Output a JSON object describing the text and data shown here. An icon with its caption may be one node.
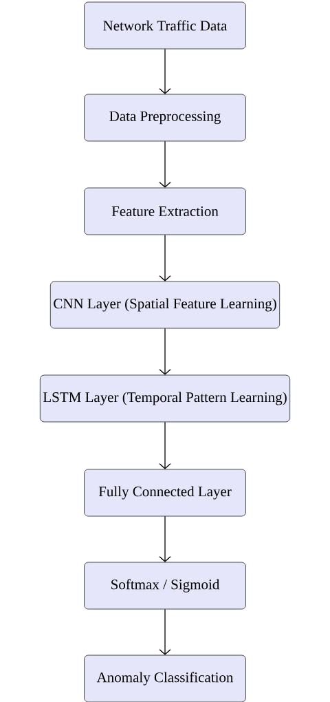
{
  "diagram": {
    "nodes": [
      {
        "text": [
          "Network Traffic Data"
        ]
      },
      {
        "text": [
          "Data Preprocessing"
        ]
      },
      {
        "text": [
          "Feature Extraction"
        ]
      },
      {
        "text": [
          "CNN Layer (Spatial Feature Learning)"
        ]
      },
      {
        "text": [
          "LSTM Layer (Temporal Pattern Learning)"
        ]
      },
      {
        "text": [
          "Fully Connected Layer"
        ]
      },
      {
        "text": [
          "Softmax / Sigmoid"
        ]
      },
      {
        "text": [
          "Anomaly Classification"
        ]
      }
    ],
    "edges": [
      {
        "from": 0,
        "to": 1,
        "arrow": "to"
      },
      {
        "from": 1,
        "to": 2,
        "arrow": "to"
      },
      {
        "from": 2,
        "to": 3,
        "arrow": "to"
      },
      {
        "from": 3,
        "to": 4,
        "arrow": "to"
      },
      {
        "from": 4,
        "to": 5,
        "arrow": "to"
      },
      {
        "from": 5,
        "to": 6,
        "arrow": "to"
      },
      {
        "from": 6,
        "to": 7,
        "arrow": "to"
      }
    ]
  }
}
